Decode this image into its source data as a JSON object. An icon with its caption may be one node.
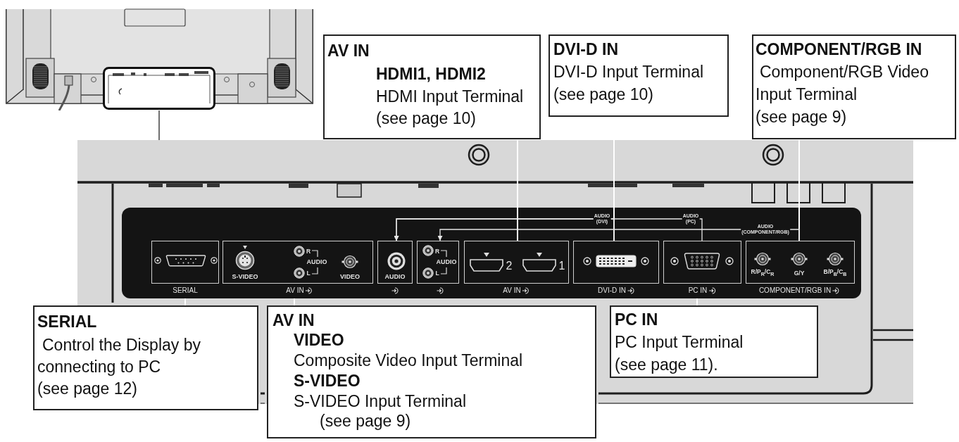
{
  "diagram": {
    "nodes": [
      {
        "text": [],
        "shape": "picture"
      },
      {
        "text": [
          "AV IN",
          "HDMI1, HDMI2",
          "HDMI Input Terminal",
          "(see page 10)"
        ]
      },
      {
        "text": [
          "DVI-D IN",
          "DVI-D Input Terminal",
          "(see page 10)"
        ]
      },
      {
        "text": [
          "COMPONENT/RGB IN",
          "Component/RGB Video Input Terminal",
          "(see page 9)"
        ]
      },
      {
        "text": [],
        "shape": "picture"
      },
      {
        "text": [
          "SERIAL"
        ],
        "in": 4
      },
      {
        "text": [
          "S-VIDEO",
          "R",
          "AUDIO",
          "L",
          "VIDEO",
          "AV IN"
        ],
        "in": 4
      },
      {
        "text": [
          "AUDIO"
        ],
        "in": 4
      },
      {
        "text": [
          "R",
          "AUDIO",
          "L"
        ],
        "in": 4
      },
      {
        "text": [
          "2",
          "1",
          "AV IN"
        ],
        "in": 4
      },
      {
        "text": [
          "DVI-D IN"
        ],
        "in": 4
      },
      {
        "text": [
          "PC IN"
        ],
        "in": 4
      },
      {
        "text": [
          "R/P$_{R}$/C$_{R}$",
          "G/Y",
          "B/P$_{B}$/C$_{B}$",
          "COMPONENT/RGB IN"
        ],
        "in": 4
      },
      {
        "text": [
          "SERIAL",
          "Control the Display by connecting to PC",
          "(see page 12)"
        ]
      },
      {
        "text": [
          "AV IN",
          "VIDEO",
          "Composite Video Input Terminal",
          "S-VIDEO",
          "S-VIDEO Input Terminal",
          "(see page 9)"
        ]
      },
      {
        "text": [
          "PC IN",
          "PC Input Terminal",
          "(see page 11)."
        ]
      }
    ],
    "edges": [
      {
        "from": 0,
        "to": 4,
        "arrow": "none",
        "color": "#222222"
      },
      {
        "from": 1,
        "to": 9,
        "arrow": "none"
      },
      {
        "from": 2,
        "to": 10,
        "arrow": "none"
      },
      {
        "from": 3,
        "to": 12,
        "arrow": "none"
      },
      {
        "from": 13,
        "to": 5,
        "arrow": "none"
      },
      {
        "from": 14,
        "to": 6,
        "arrow": "none"
      },
      {
        "from": 15,
        "to": 11,
        "arrow": "none"
      },
      {
        "from": 10,
        "to": 7,
        "arrow": "to",
        "label": "AUDIO (DVI)",
        "color": "#e6e6e6"
      },
      {
        "from": 11,
        "to": 7,
        "arrow": "to",
        "label": "AUDIO (PC)",
        "color": "#e6e6e6"
      },
      {
        "from": 12,
        "to": 8,
        "arrow": "to",
        "label": "AUDIO (COMPONENT/RGB)",
        "color": "#e6e6e6"
      }
    ]
  }
}
